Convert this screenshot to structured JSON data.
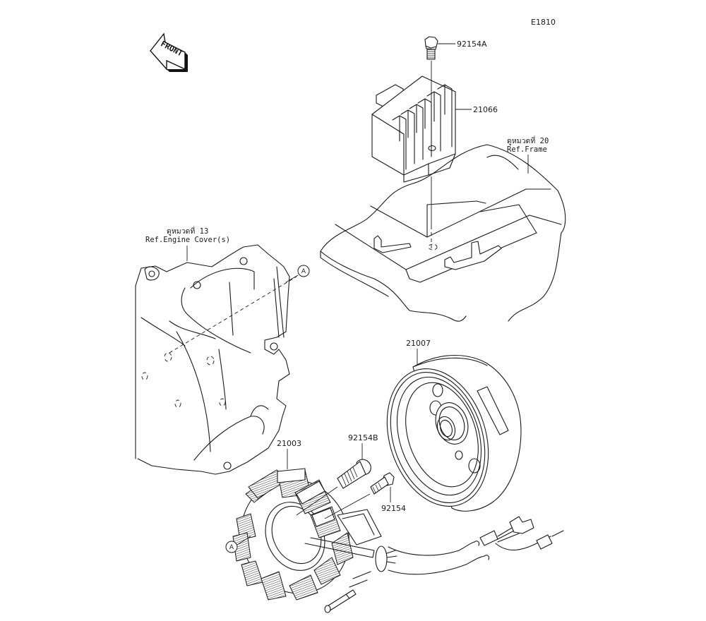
{
  "diagram": {
    "code": "E1810",
    "front_label": "FRONT",
    "parts": [
      {
        "number": "92154A",
        "name": "bolt-top"
      },
      {
        "number": "21066",
        "name": "regulator"
      },
      {
        "number": "21007",
        "name": "flywheel-rotor"
      },
      {
        "number": "21003",
        "name": "stator"
      },
      {
        "number": "92154B",
        "name": "socket-bolt"
      },
      {
        "number": "92154",
        "name": "flange-bolt"
      }
    ],
    "references": [
      {
        "thai": "ดูหมวดที่ 20",
        "text": "Ref.Frame"
      },
      {
        "thai": "ดูหมวดที่ 13",
        "text": "Ref.Engine Cover(s)"
      }
    ],
    "markers": [
      "A",
      "A"
    ]
  }
}
